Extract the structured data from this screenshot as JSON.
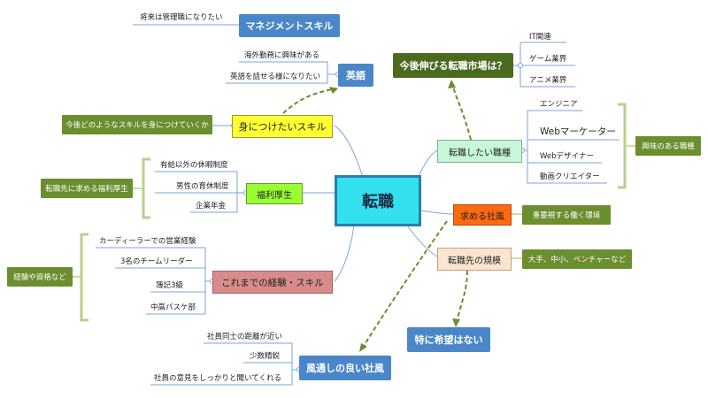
{
  "center": "転職",
  "branches": {
    "skills": "身につけたいスキル",
    "welfare": "福利厚生",
    "experience": "これまでの経験・スキル",
    "job_type": "転職したい職種",
    "culture": "求める社風",
    "scale": "転職先の規模"
  },
  "boxes": {
    "management": "マネジメントスキル",
    "english": "英語",
    "market": "今後伸びる転職市場は？",
    "no_preference": "特に希望はない",
    "open_culture": "風通しの良い社風"
  },
  "notes": {
    "skills_note": "今後どのようなスキルを身につけていくか",
    "welfare_note": "転職先に求める福利厚生",
    "experience_note": "経験や資格など",
    "interest_note": "興味のある職種",
    "culture_note": "重要視する働く環境",
    "scale_note": "大手、中小、ベンチャーなど"
  },
  "leaves": {
    "management": [
      "将来は管理職になりたい"
    ],
    "english": [
      "海外勤務に興味がある",
      "英語を話せる様になりたい"
    ],
    "market": [
      "IT関連",
      "ゲーム業界",
      "アニメ業界"
    ],
    "job_type": [
      "エンジニア",
      "Webマーケーター",
      "Webデザイナー",
      "動画クリエイター"
    ],
    "welfare": [
      "有給以外の休暇制度",
      "男性の育休制度",
      "企業年金"
    ],
    "experience": [
      "カーディーラーでの営業経験",
      "3名のチームリーダー",
      "簿記3級",
      "中高バスケ部"
    ],
    "open_culture": [
      "社員同士の距離が近い",
      "少数精鋭",
      "社員の意見をしっかりと聞いてくれる"
    ]
  },
  "colors": {
    "center_fill": "#33e0f0",
    "center_border": "#2a7fa8",
    "skills_fill": "#ffff33",
    "welfare_fill": "#99ff33",
    "experience_fill": "#d98b8b",
    "job_type_fill": "#c8f7d8",
    "culture_fill": "#ff6a10",
    "scale_fill": "#fbe5d0",
    "box_blue": "#4a86c8",
    "note_olive": "#6b8e2e",
    "market_fill": "#4a6b1e",
    "connector": "#7aa6d8",
    "dashed_arrow": "#6b8e2e",
    "bracket": "#b8d08c"
  }
}
